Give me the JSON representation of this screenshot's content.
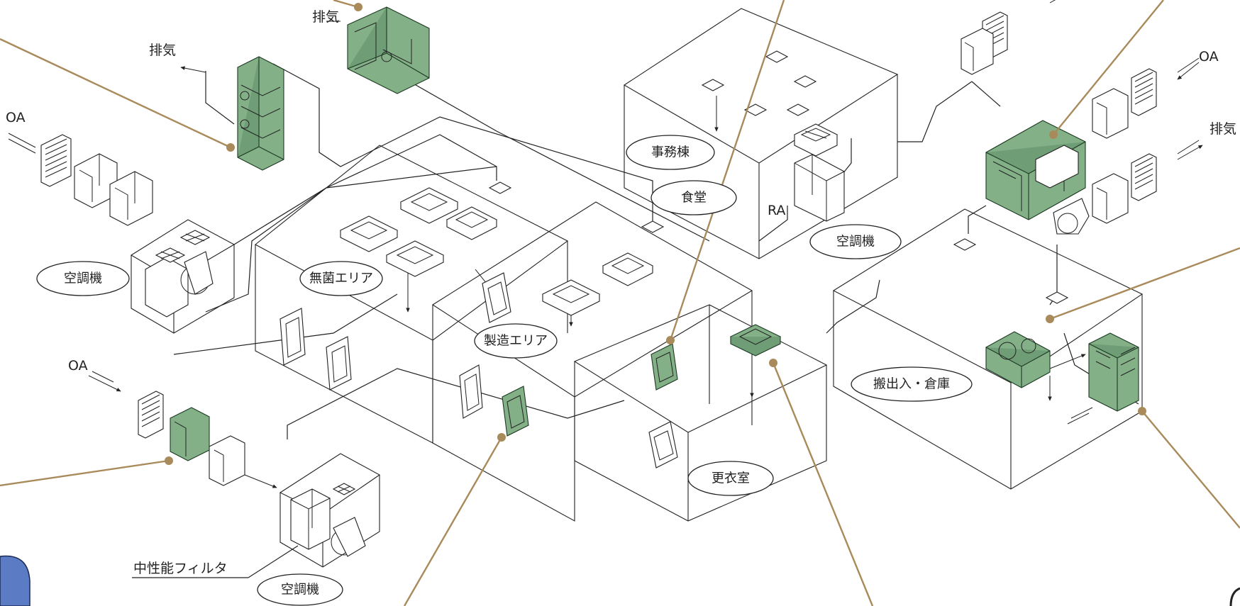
{
  "labels": {
    "exhaust": "排気",
    "outdoor_air": "OA",
    "return_air": "RA",
    "medium_filter": "中性能フィルタ"
  },
  "rooms": {
    "sterile_area": "無菌エリア",
    "manufacturing_area": "製造エリア",
    "office_building": "事務棟",
    "cafeteria": "食堂",
    "changing_room": "更衣室",
    "loading_warehouse": "搬出入・倉庫",
    "air_handler": "空調機"
  },
  "colors": {
    "highlight_equipment": "#84b088",
    "leader_line": "#a98a5a",
    "line": "#222222",
    "background": "#ffffff",
    "corner_badge": "#5b7cc4"
  },
  "icons": [
    "louver-icon",
    "fan-unit-icon",
    "filter-box-icon",
    "ceiling-diffuser-icon",
    "damper-icon",
    "blower-icon",
    "duct-arrow-icon"
  ]
}
